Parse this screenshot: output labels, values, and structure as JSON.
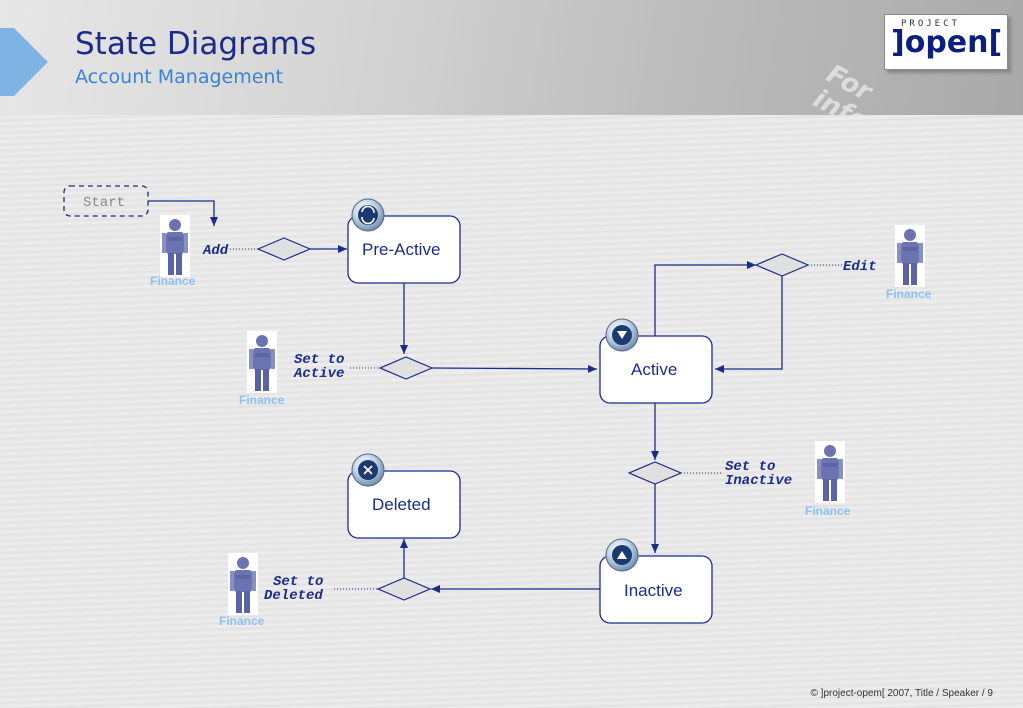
{
  "header": {
    "title": "State Diagrams",
    "subtitle": "Account Management",
    "logo_top": "PROJECT",
    "logo_main": "]open[",
    "watermark": "For information only"
  },
  "footer": {
    "copyright": "© ]project-opem[ 2007, Title / Speaker / 9"
  },
  "diagram": {
    "start": "Start",
    "states": {
      "preactive": "Pre-Active",
      "active": "Active",
      "inactive": "Inactive",
      "deleted": "Deleted"
    },
    "transitions": {
      "add": "Add",
      "set_active_1": "Set to",
      "set_active_2": "Active",
      "edit": "Edit",
      "set_inactive_1": "Set to",
      "set_inactive_2": "Inactive",
      "set_deleted_1": "Set to",
      "set_deleted_2": "Deleted"
    },
    "role": "Finance"
  },
  "colors": {
    "line": "#1b2c88",
    "state_border": "#1b2c88",
    "decision_fill": "#e0e0e0"
  }
}
